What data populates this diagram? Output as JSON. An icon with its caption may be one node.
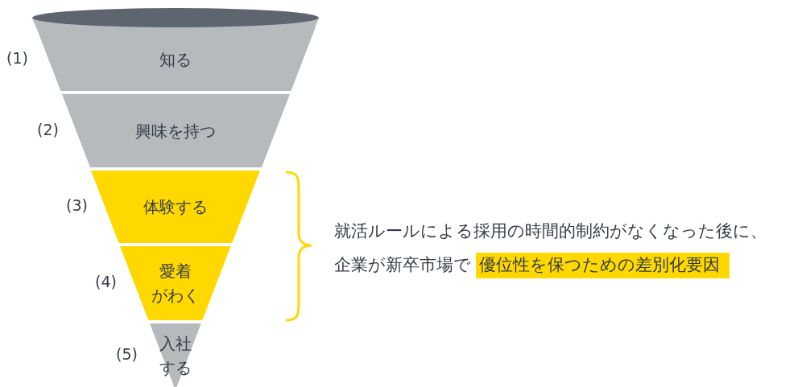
{
  "diagram": {
    "nodes": [
      {
        "text": [
          "知る"
        ],
        "beside": [
          "(1)"
        ]
      },
      {
        "text": [
          "興味を持つ"
        ],
        "beside": [
          "(2)"
        ]
      },
      {
        "text": [
          "体験する"
        ],
        "beside": [
          "(3)"
        ]
      },
      {
        "text": [
          "愛着がわく"
        ],
        "beside": [
          "(4)"
        ]
      },
      {
        "text": [
          "入社する"
        ],
        "beside": [
          "(5)"
        ]
      }
    ],
    "labels": [
      "就活ルールによる採用の時間的制約がなくなった後に、企業が新卒市場で",
      "優位性を保つための差別化要因"
    ]
  }
}
